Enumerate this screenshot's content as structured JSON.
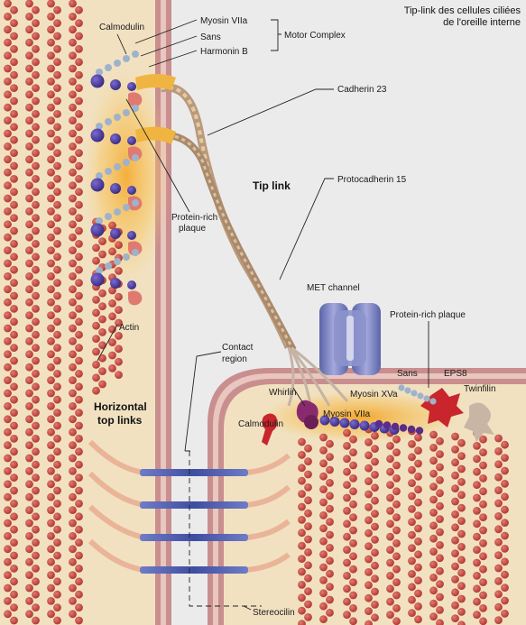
{
  "title": {
    "line1": "Tip-link des cellules ciliées",
    "line2": "de l'oreille interne"
  },
  "labels": {
    "calmodulin_top": "Calmodulin",
    "myosin_viia_top": "Myosin VIIa",
    "sans_top": "Sans",
    "harmonin_b": "Harmonin B",
    "motor_complex": "Motor Complex",
    "cadherin_23": "Cadherin 23",
    "tip_link": "Tip link",
    "protocadherin_15": "Protocadherin 15",
    "protein_rich_plaque_left_1": "Protein-rich",
    "protein_rich_plaque_left_2": "plaque",
    "met_channel": "MET channel",
    "protein_rich_plaque_right": "Protein-rich plaque",
    "actin": "Actin",
    "contact_region_1": "Contact",
    "contact_region_2": "region",
    "horizontal_top_links_1": "Horizontal",
    "horizontal_top_links_2": "top links",
    "whirlin": "Whirlin",
    "myosin_xva": "Myosin XVa",
    "sans_right": "Sans",
    "eps8": "EPS8",
    "twinfilin": "Twinfilin",
    "calmodulin_bottom": "Calmodulin",
    "myosin_viia_bottom": "Myosin VIIa",
    "stereocilin": "Stereocilin"
  },
  "colors": {
    "background": "#ecebeb",
    "cell_body": "#f1e1c1",
    "membrane": "#c98e8e",
    "actin_bead": "#c2453d",
    "myosin": "#4a3b9a",
    "plaque_glow": "#f3b33a",
    "met_channel": "#7d84c0",
    "eps8": "#c8252d",
    "twinfilin": "#c9b5a4",
    "whirlin": "#8a2a6e",
    "top_link": "#4a5aaa"
  }
}
